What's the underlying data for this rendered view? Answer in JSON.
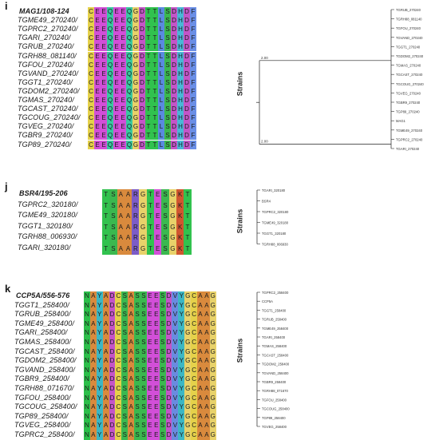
{
  "colors": {
    "A": "#d98a3d",
    "R": "#7c5cc7",
    "N": "#2cbf4a",
    "D": "#c455c8",
    "C": "#e5d14a",
    "Q": "#39c9a0",
    "E": "#d24fd8",
    "G": "#e8d26a",
    "H": "#4ab7d6",
    "I": "#6a8ee8",
    "L": "#5a8ae0",
    "K": "#d0562f",
    "M": "#5b8ae6",
    "F": "#6a8fe6",
    "P": "#c9c96a",
    "S": "#3bb84f",
    "T": "#31c24e",
    "W": "#6a8ee8",
    "Y": "#3cb7c4",
    "V": "#6a8be0"
  },
  "panels": [
    {
      "letter": "i",
      "header": "MAG1/108-124",
      "labels": [
        "TGME49_270240/",
        "TGPRC2_270240/",
        "TGARI_270240/",
        "TGRUB_270240/",
        "TGRH88_081140/",
        "TGFOU_270240/",
        "TGVAND_270240/",
        "TGGT1_270240/",
        "TGDOM2_270240/",
        "TGMAS_270240/",
        "TGCAST_270240/",
        "TGCOUG_270240/",
        "TGVEG_270240/",
        "TGBR9_270240/",
        "TGP89_270240/"
      ],
      "sequence": "CEEQEEQGDTTLSDHDF",
      "tree_axis_label": "Strains",
      "tree_leaves": [
        "TGRUB_270240",
        "TGRH88_081140",
        "TGFOU_270240",
        "TGVAND_270240",
        "TGGT1_270240",
        "TGDOM2_270240",
        "TGMAS_270240",
        "TGCAST_270240",
        "TGCOUG_270240",
        "TGVEG_270240",
        "TGBR9_270240",
        "TGP89_270240",
        "MAG1",
        "TGME49_270240",
        "TGPRC2_270240",
        "TGARI_270240"
      ],
      "branch_labels": [
        "2.00",
        "2.00"
      ]
    },
    {
      "letter": "j",
      "header": "BSR4/195-206",
      "labels": [
        "TGPRC2_320180/",
        "TGME49_320180/",
        "TGGT1_320180/",
        "TGRH88_006930/",
        "TGARI_320180/"
      ],
      "sequence": "TSAARGTESGKT",
      "tree_axis_label": "Strains",
      "tree_leaves": [
        "TGARI_320180",
        "BSR4",
        "TGPRC2_320180",
        "TGME49_320180",
        "TGGT1_320180",
        "TGRH88_006930"
      ],
      "branch_labels": []
    },
    {
      "letter": "k",
      "header": "CCP5A/556-576",
      "labels": [
        "TGGT1_258400/",
        "TGRUB_258400/",
        "TGME49_258400/",
        "TGARI_258400/",
        "TGMAS_258400/",
        "TGCAST_258400/",
        "TGDOM2_258400/",
        "TGVAND_258400/",
        "TGBR9_258400/",
        "TGRH88_071670/",
        "TGFOU_258400/",
        "TGCOUG_258400/",
        "TGP89_258400/",
        "TGVEG_258400/",
        "TGPRC2_258400/"
      ],
      "sequence": "NAYADCSASSEESDVYGCAAG",
      "tree_axis_label": "Strains",
      "tree_leaves": [
        "TGPRC2_258400",
        "CCP5A",
        "TGGT1_258400",
        "TGRUB_258400",
        "TGME49_258400",
        "TGARI_258400",
        "TGMAS_258400",
        "TGCAST_258400",
        "TGDOM2_258400",
        "TGVAND_258400",
        "TGBR9_258400",
        "TGRH88_071670",
        "TGFOU_258400",
        "TGCOUG_258400",
        "TGP89_258400",
        "TGVEG_258400"
      ],
      "branch_labels": []
    }
  ]
}
